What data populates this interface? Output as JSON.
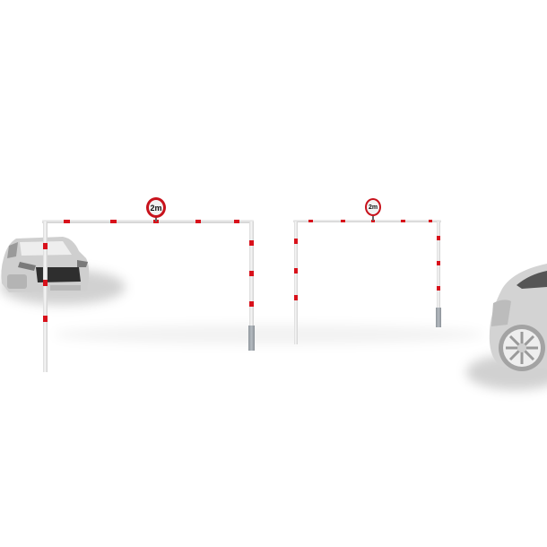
{
  "scene": {
    "background": "#ffffff",
    "accent_red": "#d8111b",
    "pole_white": "#f2f2f2",
    "sleeve_gray": "#a0a6ac"
  },
  "barriers": [
    {
      "label": "left-height-barrier",
      "sign_text": "2m"
    },
    {
      "label": "right-height-barrier",
      "sign_text": "2m"
    }
  ],
  "vehicles": [
    {
      "label": "silver-suv-front-left",
      "color": "#c9c9c9"
    },
    {
      "label": "silver-car-rear-right",
      "color": "#cdcdcd"
    }
  ]
}
